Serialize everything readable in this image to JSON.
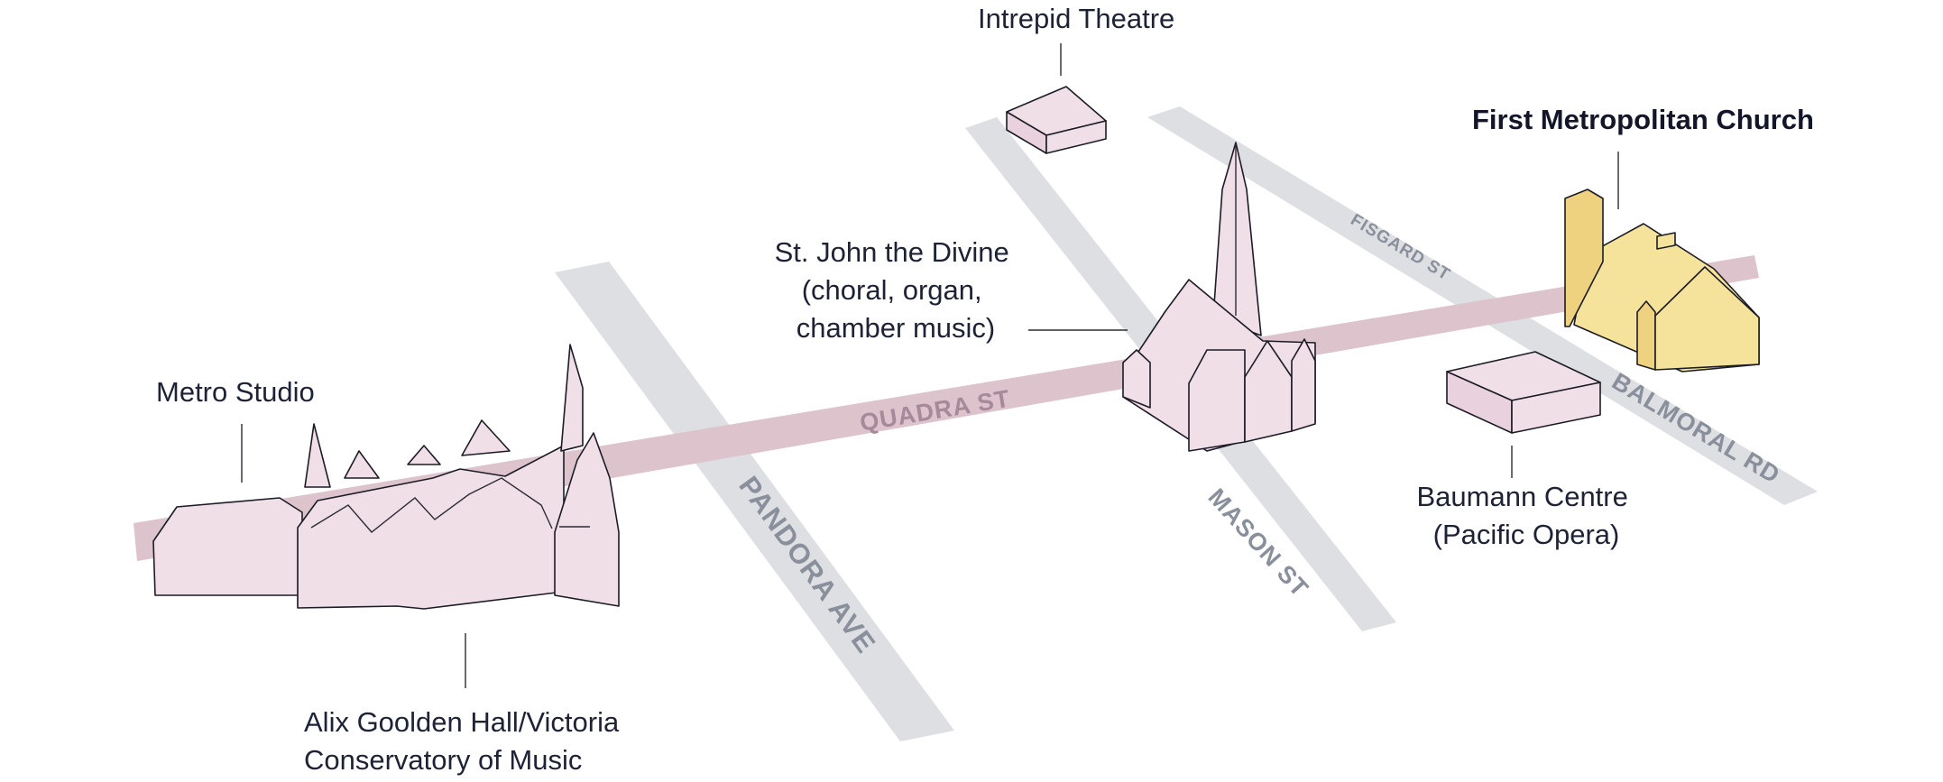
{
  "streets": {
    "quadra": "QUADRA ST",
    "pandora": "PANDORA AVE",
    "mason": "MASON ST",
    "fisgard": "FISGARD ST",
    "balmoral": "BALMORAL RD"
  },
  "venues": {
    "intrepid": "Intrepid Theatre",
    "first_metropolitan": "First Metropolitan Church",
    "st_john": [
      "St. John the Divine",
      "(choral, organ,",
      "chamber music)"
    ],
    "metro_studio": "Metro Studio",
    "baumann": [
      "Baumann Centre",
      "(Pacific Opera)"
    ],
    "alix_goolden": [
      "Alix Goolden Hall/Victoria",
      "Conservatory of Music"
    ]
  },
  "colors": {
    "street": "#dedfe3",
    "quadra_street": "#dcc3cc",
    "building": "#f1dfe8",
    "highlight_building": "#f6e39b",
    "text": "#1e2235"
  }
}
